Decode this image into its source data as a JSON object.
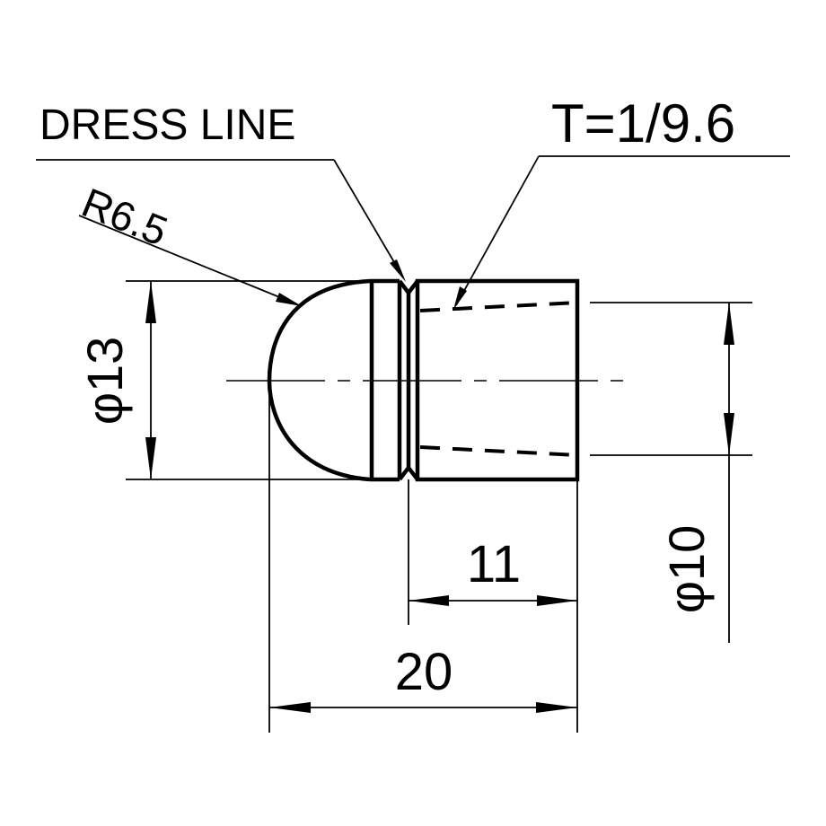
{
  "labels": {
    "dress_line": "DRESS LINE",
    "taper": "T=1/9.6",
    "radius": "R6.5",
    "dia_13": "φ13",
    "dia_10": "φ10",
    "len_11": "11",
    "len_20": "20"
  }
}
